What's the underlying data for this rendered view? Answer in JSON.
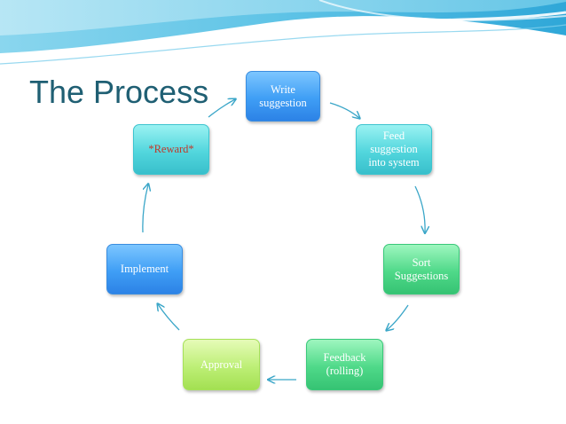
{
  "title": "The Process",
  "nodes": {
    "write": "Write\nsuggestion",
    "feed": "Feed\nsuggestion\ninto system",
    "sort": "Sort\nSuggestions",
    "feedback": "Feedback\n(rolling)",
    "approval": "Approval",
    "implement": "Implement",
    "reward": "*Reward*"
  },
  "colors": {
    "title": "#1f5f73",
    "arrow": "#3aa6c8",
    "reward_text": "#c0392b"
  }
}
